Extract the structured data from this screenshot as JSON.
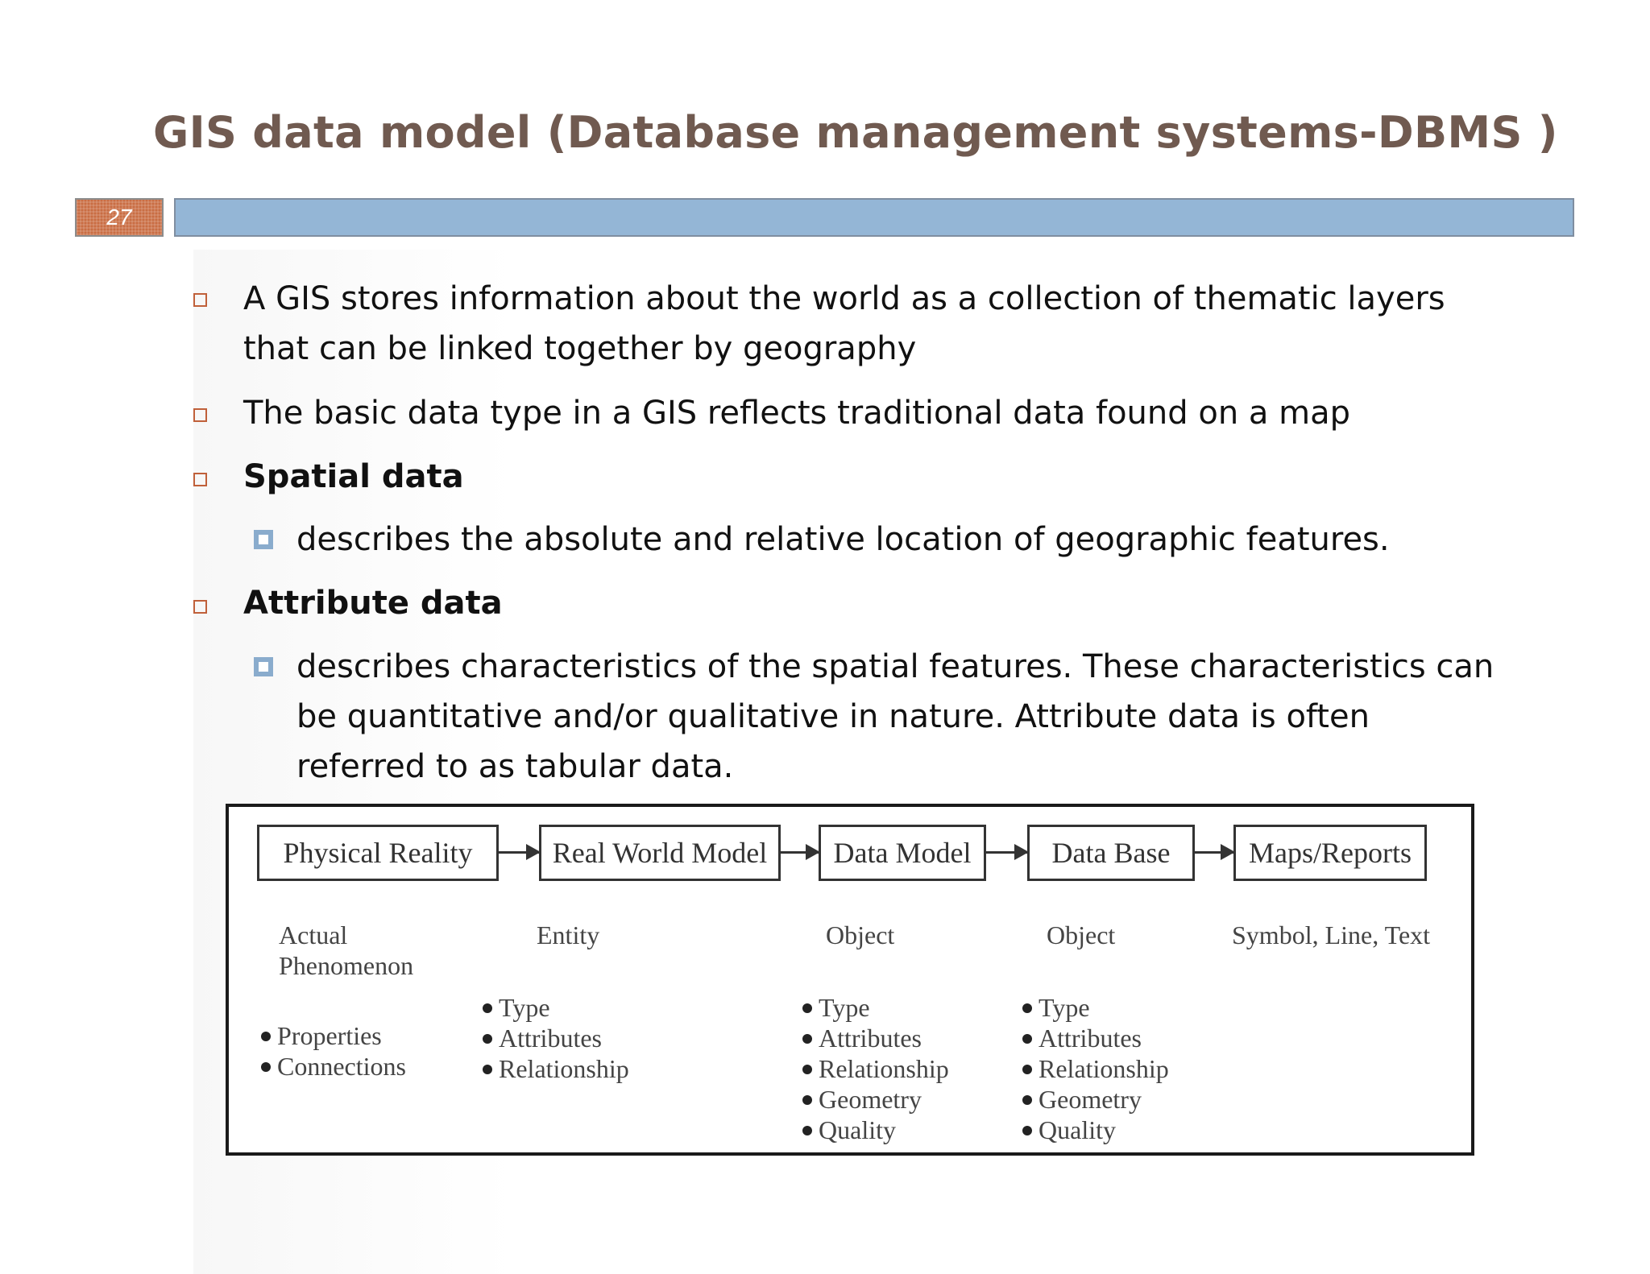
{
  "slide": {
    "title": "GIS data model (Database management systems-DBMS )",
    "number": "27"
  },
  "bullets": [
    {
      "line1": "A GIS stores information about the world as a collection of thematic layers",
      "line2": "that can be linked together by geography"
    },
    {
      "text": "The basic data type in a GIS reflects traditional data found on a map"
    },
    {
      "heading": "Spatial data",
      "sub": "describes the absolute and relative location of geographic features."
    },
    {
      "heading": "Attribute data",
      "sub_lines": [
        "describes characteristics of the spatial features. These characteristics can",
        "be quantitative and/or qualitative in nature. Attribute data is often",
        "referred to as tabular data."
      ]
    }
  ],
  "diagram": {
    "stages": [
      "Physical Reality",
      "Real World Model",
      "Data Model",
      "Data Base",
      "Maps/Reports"
    ],
    "descriptions": {
      "physical": [
        "Actual",
        "Phenomenon"
      ],
      "real_world": "Entity",
      "data_model": "Object",
      "data_base": "Object",
      "maps": "Symbol, Line, Text"
    },
    "lists": {
      "physical": [
        "Properties",
        "Connections"
      ],
      "real_world": [
        "Type",
        "Attributes",
        "Relationship"
      ],
      "data_model": [
        "Type",
        "Attributes",
        "Relationship",
        "Geometry",
        "Quality"
      ],
      "data_base": [
        "Type",
        "Attributes",
        "Relationship",
        "Geometry",
        "Quality"
      ]
    }
  }
}
